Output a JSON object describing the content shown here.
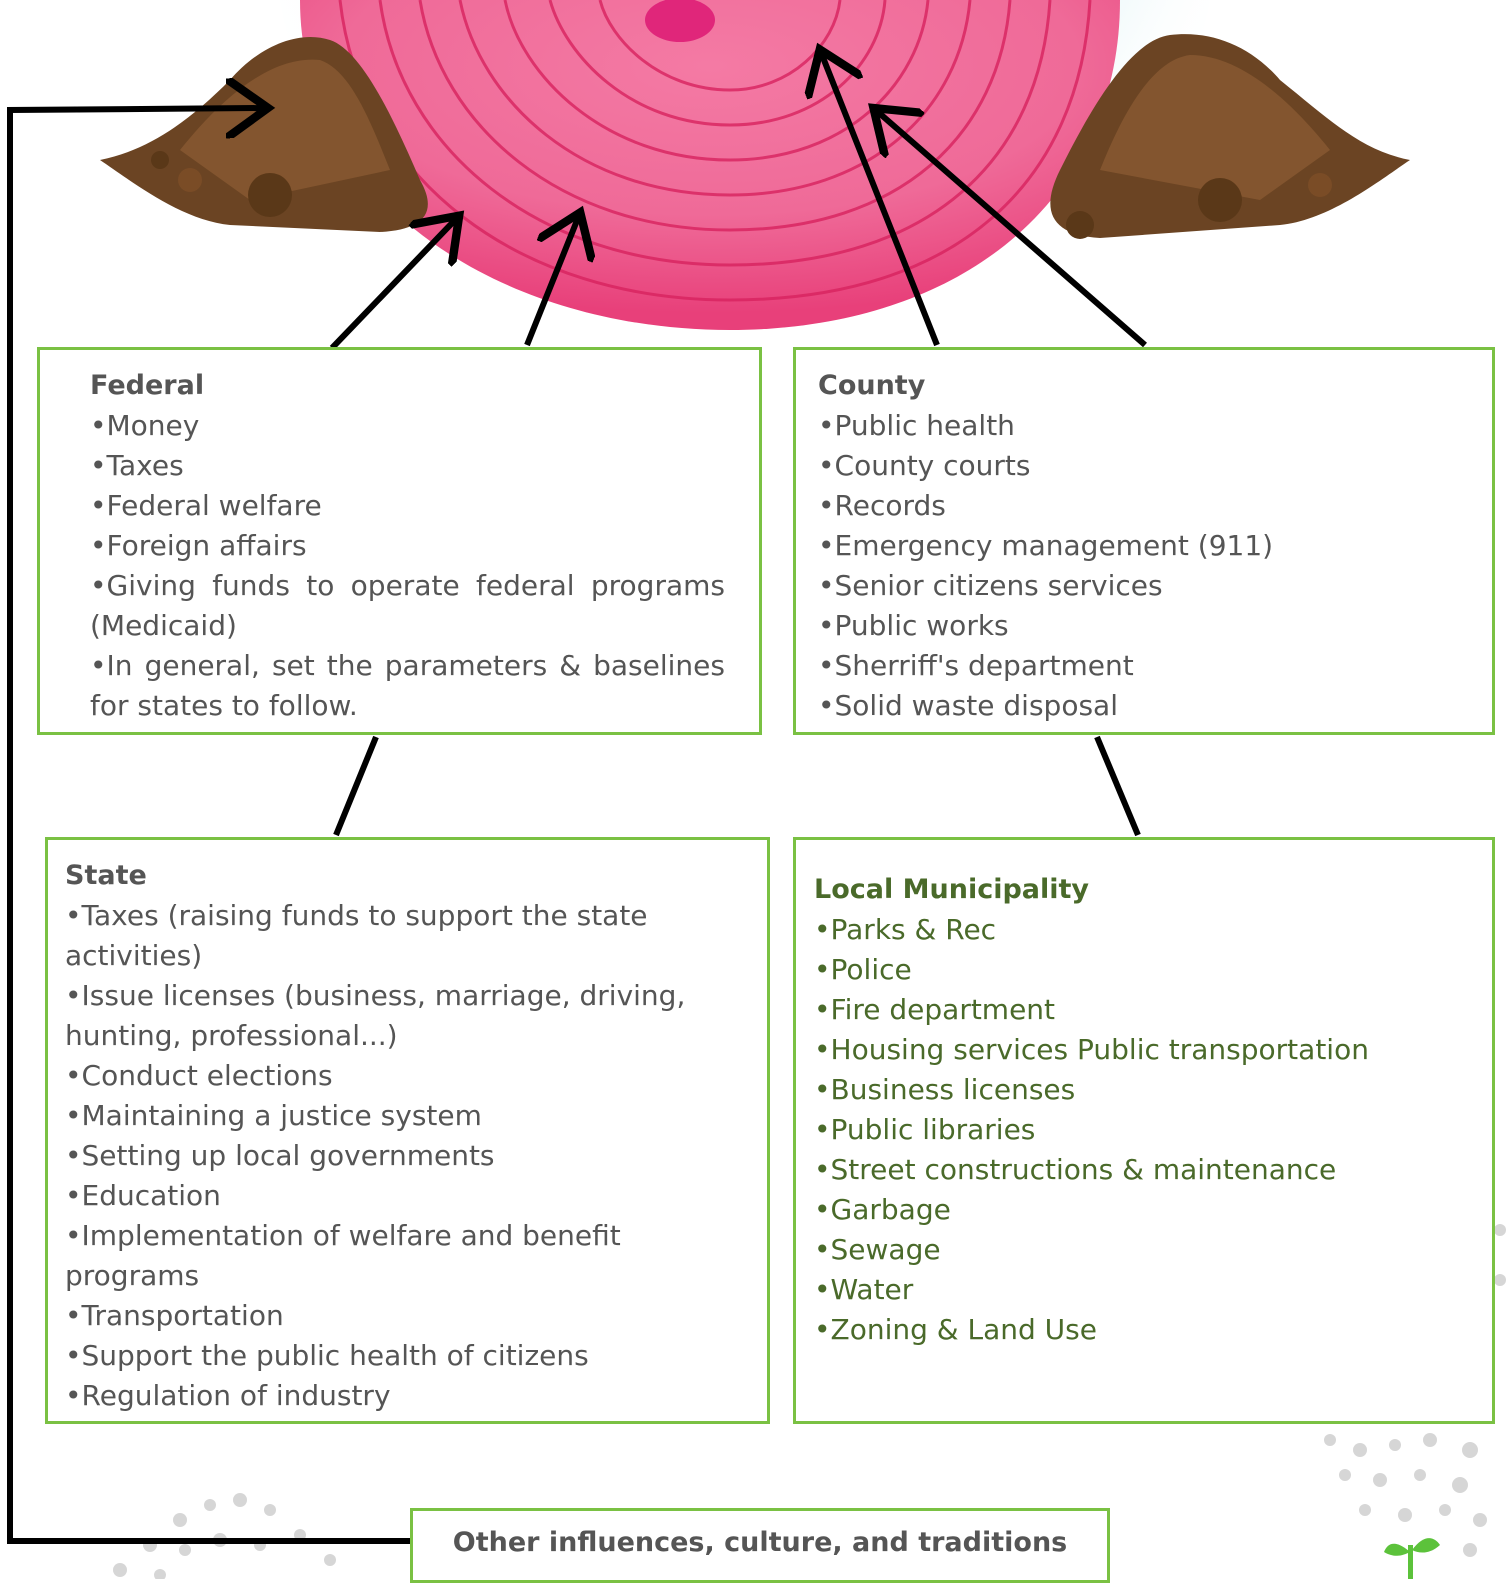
{
  "federal": {
    "title": "Federal",
    "items": [
      "•Money",
      "•Taxes",
      "•Federal welfare",
      "•Foreign affairs",
      "•Giving funds to operate federal programs (Medicaid)",
      "•In general, set the parameters & baselines for states to follow."
    ]
  },
  "county": {
    "title": "County",
    "items": [
      "•Public health",
      "•County courts",
      "•Records",
      "•Emergency management (911)",
      "•Senior citizens services",
      "•Public works",
      "•Sherriff's department",
      "•Solid waste disposal"
    ]
  },
  "state": {
    "title": "State",
    "items": [
      "•Taxes (raising funds to support the state activities)",
      "•Issue licenses (business, marriage, driving, hunting, professional...)",
      "•Conduct elections",
      "•Maintaining a justice system",
      "•Setting up local governments",
      "•Education",
      "•Implementation of welfare and benefit programs",
      "•Transportation",
      "•Support the public health of citizens",
      "•Regulation of industry"
    ]
  },
  "local": {
    "title": "Local Municipality",
    "items": [
      "•Parks & Rec",
      "•Police",
      "•Fire department",
      "•Housing services Public transportation",
      "•Business licenses",
      "•Public libraries",
      "•Street constructions & maintenance",
      "•Garbage",
      "•Sewage",
      "•Water",
      "•Zoning & Land Use"
    ]
  },
  "other": {
    "label": "Other influences, culture, and traditions"
  },
  "colors": {
    "box_border": "#7ac143",
    "local_text": "#4a6a2a",
    "body_text": "#555555",
    "arrow": "#000000",
    "onion": "#e8407a"
  },
  "icons": [
    "onion-slice-illustration",
    "soil-mound-left",
    "soil-mound-right",
    "seedling-logo-icon"
  ]
}
